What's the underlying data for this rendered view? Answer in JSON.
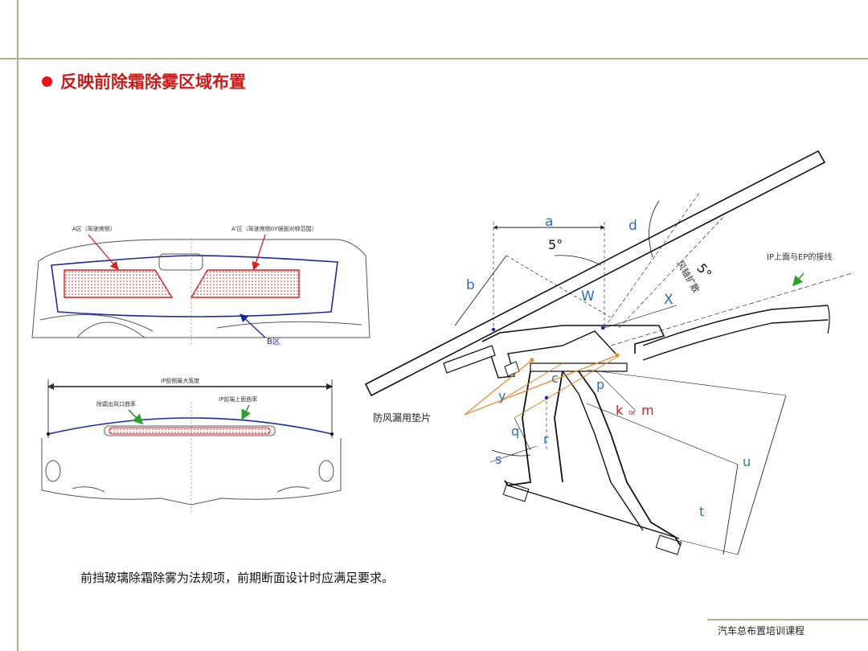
{
  "title": "反映前除霜除雾区域布置",
  "caption": "前挡玻璃除霜除雾为法规项，前期断面设计时应满足要求。",
  "footer": "汽车总布置培训课程",
  "windshield": {
    "zone_a_driver": "A区（驾驶席侧）",
    "zone_a_passenger": "A'区（驾驶席侧0Y镜面对称范围）",
    "zone_b": "B区"
  },
  "ip_view": {
    "max_width": "IP前侧最大宽度",
    "outlet_curvature": "除霜出风口曲率",
    "ip_top_curvature": "IP前端上面曲率"
  },
  "section": {
    "dims": {
      "a": "a",
      "b": "b",
      "d": "d",
      "W": "W",
      "X": "X",
      "c": "c",
      "p": "p",
      "k": "k",
      "or": "or",
      "m": "m",
      "y": "y",
      "q": "q",
      "r": "r",
      "s": "s",
      "u": "u",
      "t": "t"
    },
    "angle_1": "5°",
    "angle_2": "5°",
    "airflow_spread": "风轴扩散",
    "tangent_line": "IP上面与EP的接线",
    "seal_gasket": "防风漏用垫片"
  },
  "colors": {
    "title_red": "#cc1a1a",
    "dim_blue": "#2a6fb5",
    "zone_red": "#d42020",
    "outline_blue": "#1a2aa0",
    "arrow_green": "#2ca02c",
    "orange": "#e8862a",
    "frame": "#b5ae86"
  }
}
